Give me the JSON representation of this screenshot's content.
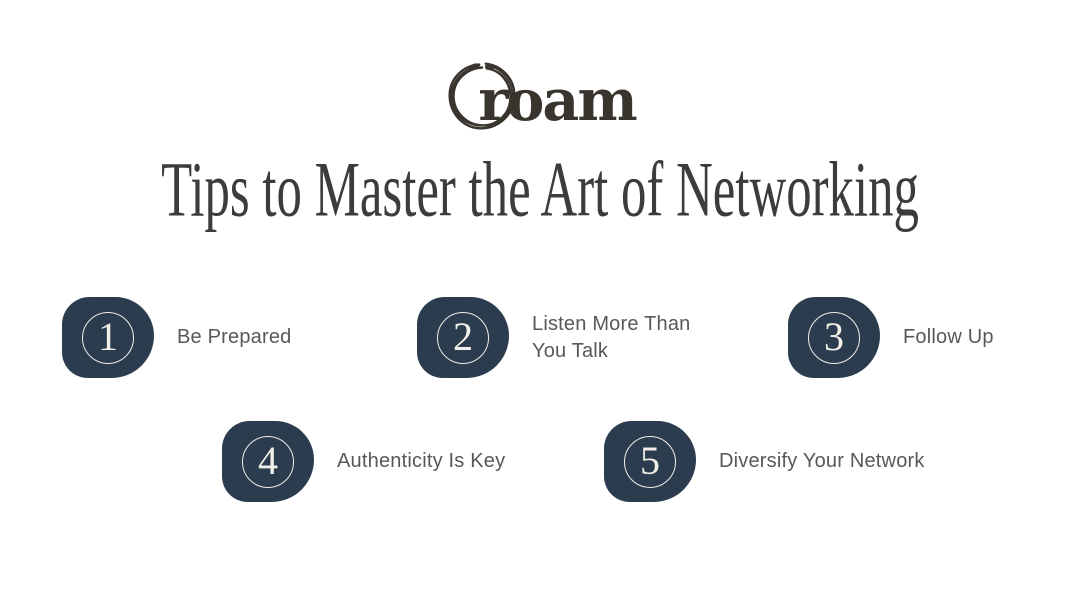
{
  "brand": {
    "name": "roam"
  },
  "title": "Tips to Master the Art of Networking",
  "items": [
    {
      "number": "1",
      "label": "Be Prepared"
    },
    {
      "number": "2",
      "label": "Listen More Than You Talk"
    },
    {
      "number": "3",
      "label": "Follow Up"
    },
    {
      "number": "4",
      "label": "Authenticity Is Key"
    },
    {
      "number": "5",
      "label": "Diversify Your Network"
    }
  ],
  "colors": {
    "badge_fill": "#2b3c4e",
    "badge_ring": "#f0ede5",
    "number_text": "#f2efe8",
    "label_text": "#57585a",
    "title_text": "#3e3c3a",
    "logo_text": "#39352e",
    "background": "#ffffff"
  }
}
